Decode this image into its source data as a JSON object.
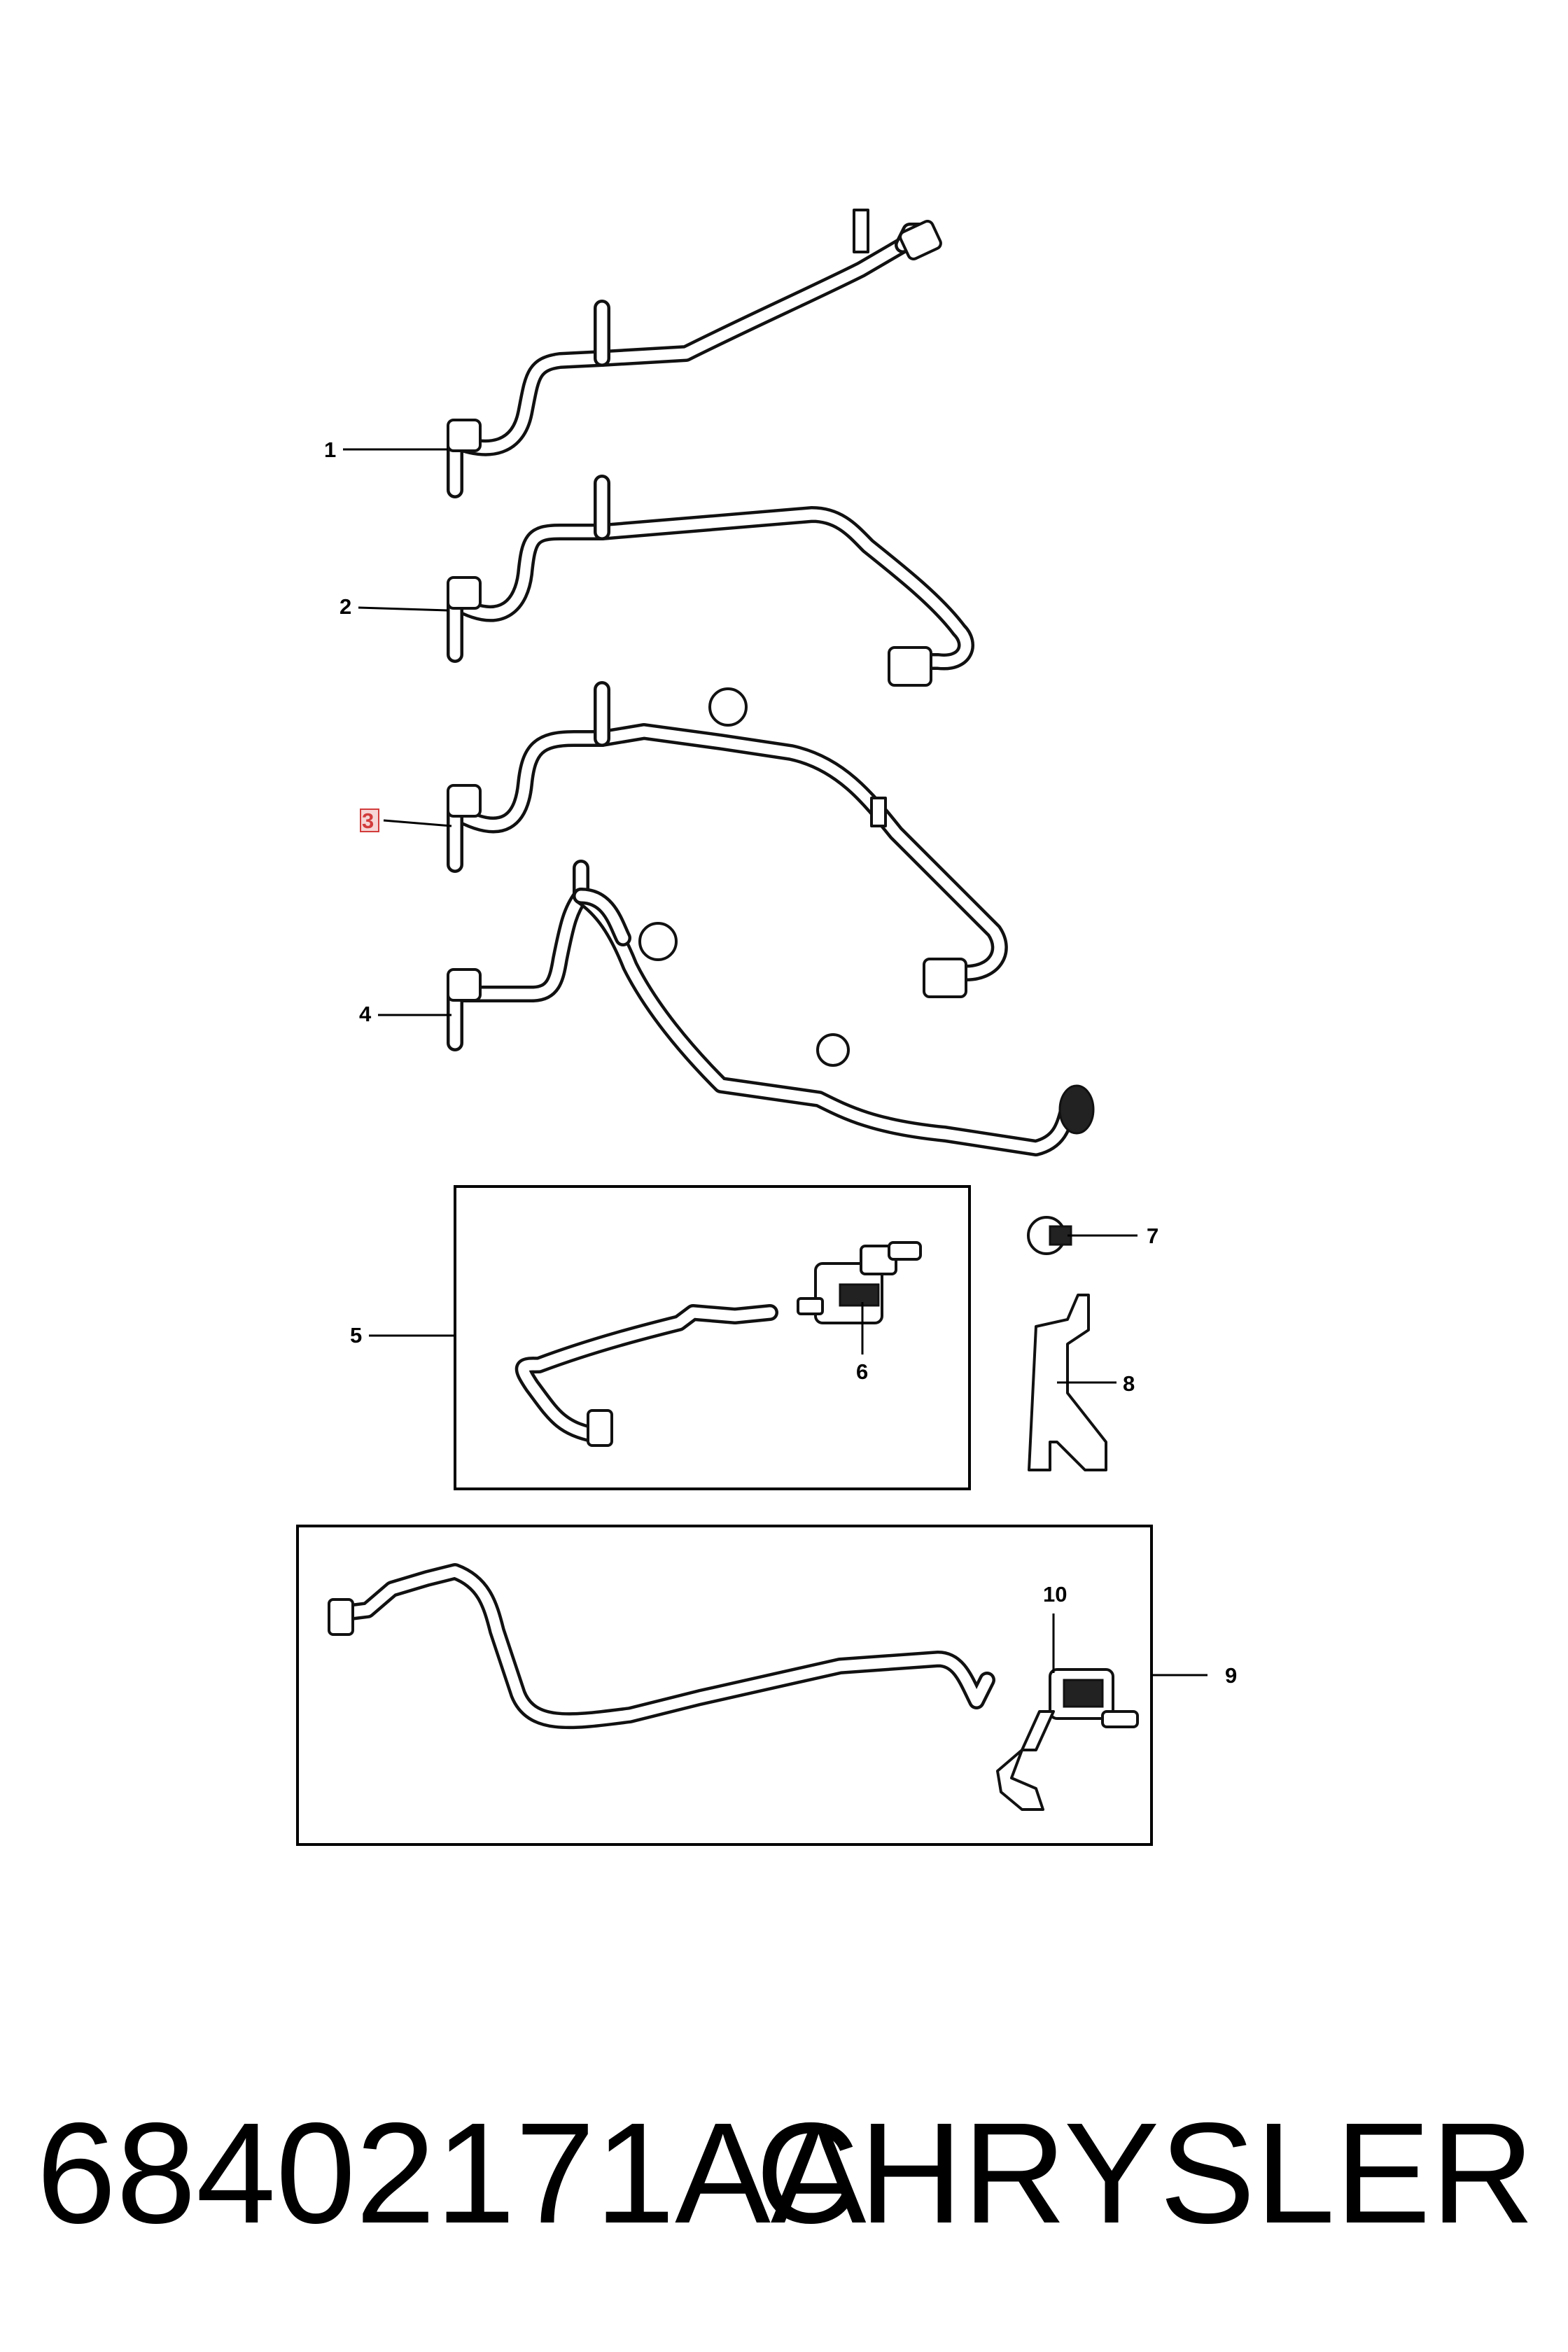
{
  "footer": {
    "part_number": "68402171AA",
    "brand": "CHRYSLER"
  },
  "callouts": [
    "1",
    "2",
    "3",
    "4",
    "5",
    "6",
    "7",
    "8",
    "9",
    "10"
  ],
  "highlighted_callout": "3",
  "colors": {
    "line": "#111111",
    "highlight_border": "#d23c3c",
    "highlight_fill": "#f6d6d6"
  }
}
